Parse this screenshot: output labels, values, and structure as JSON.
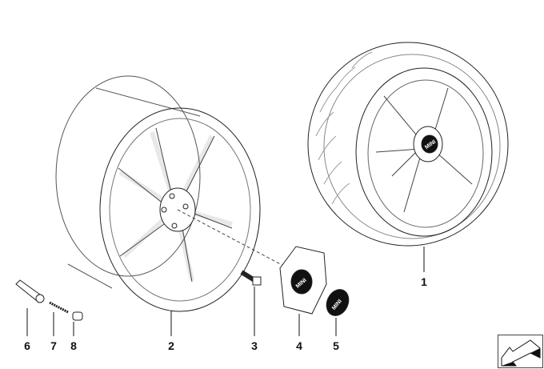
{
  "diagram": {
    "callouts": [
      {
        "id": "1",
        "part": "complete-wheel-with-tire"
      },
      {
        "id": "2",
        "part": "light-alloy-rim"
      },
      {
        "id": "3",
        "part": "wheel-bolt"
      },
      {
        "id": "4",
        "part": "hub-cap"
      },
      {
        "id": "5",
        "part": "emblem"
      },
      {
        "id": "6",
        "part": "valve"
      },
      {
        "id": "7",
        "part": "valve-core"
      },
      {
        "id": "8",
        "part": "valve-cap"
      }
    ],
    "logo_text": "MINI"
  },
  "nav": {
    "icon": "arrow-down-left-icon"
  }
}
